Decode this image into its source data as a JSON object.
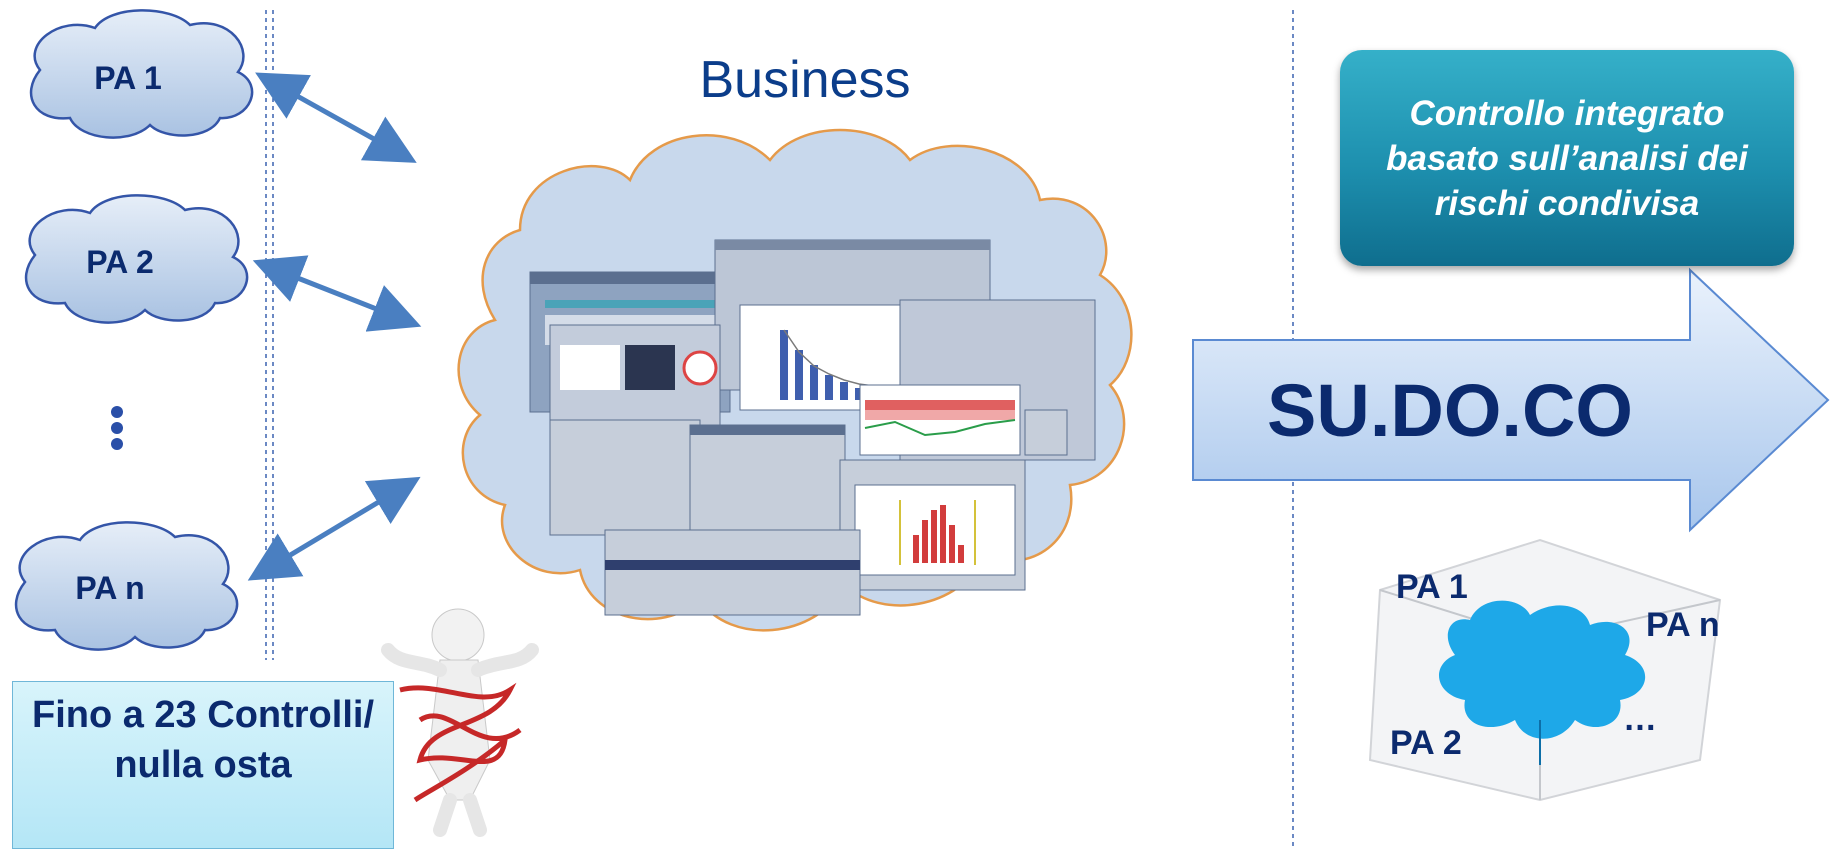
{
  "left_clouds": [
    {
      "label": "PA 1"
    },
    {
      "label": "PA 2"
    },
    {
      "label": "PA n"
    }
  ],
  "center": {
    "title": "Business"
  },
  "right": {
    "box_text": "Controllo integrato basato sull’analisi dei rischi condivisa",
    "arrow_text": "SU.DO.CO",
    "puzzle_labels": {
      "top_left": "PA 1",
      "right": "PA n",
      "bottom_left": "PA 2",
      "bottom_right": "…"
    }
  },
  "bottom_left_box": {
    "text": "Fino a 23 Controlli/ nulla osta"
  },
  "colors": {
    "dark_blue": "#0b2a6e",
    "cloud_fill": "#c8d8ec",
    "arrow_blue": "#4a7fc1",
    "teal": "#1d8fae",
    "puzzle_center": "#1ea8e8"
  }
}
